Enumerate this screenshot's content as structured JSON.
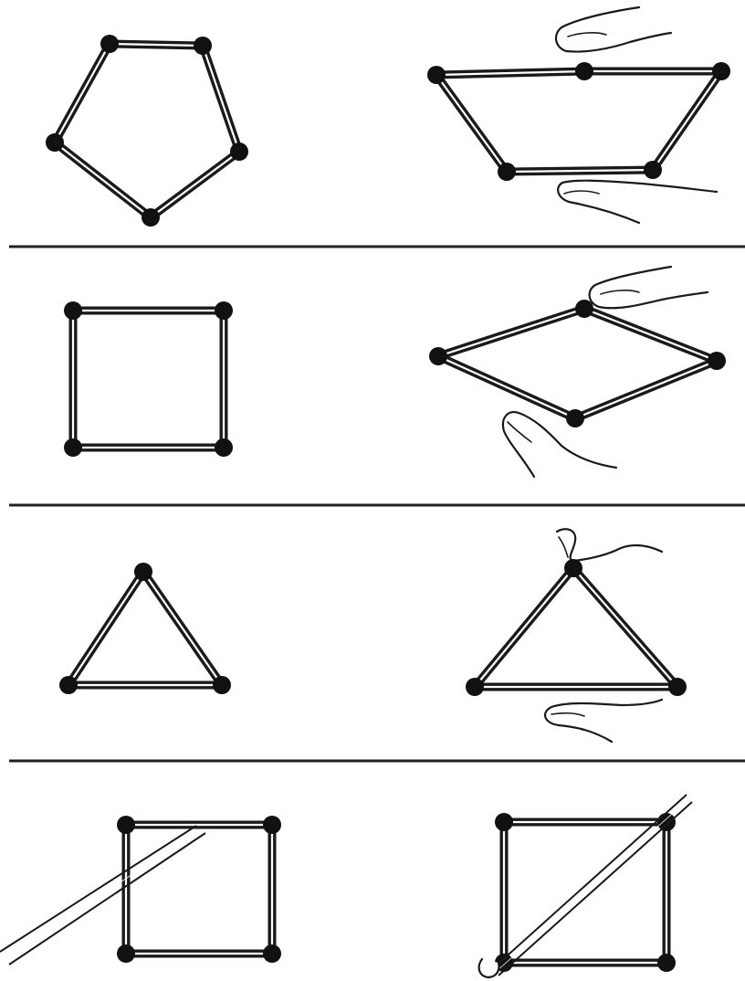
{
  "figure": {
    "panels": [
      {
        "id": "pentagon",
        "left_shape": "regular pentagon of sticks",
        "right_shape": "pentagon collapsed into a trapezoid by finger pressure",
        "right_state": "deformed"
      },
      {
        "id": "square",
        "left_shape": "square of sticks",
        "right_shape": "square pushed into a rhombus by finger pressure",
        "right_state": "deformed"
      },
      {
        "id": "triangle",
        "left_shape": "triangle of sticks",
        "right_shape": "triangle squeezed between fingers keeps its shape",
        "right_state": "rigid"
      },
      {
        "id": "braced-square",
        "left_shape": "square with a loose diagonal stick",
        "right_shape": "square braced by a diagonal stick",
        "right_state": "rigid"
      }
    ],
    "colors": {
      "ink": "#1a1a1a",
      "paper": "#ffffff"
    }
  }
}
